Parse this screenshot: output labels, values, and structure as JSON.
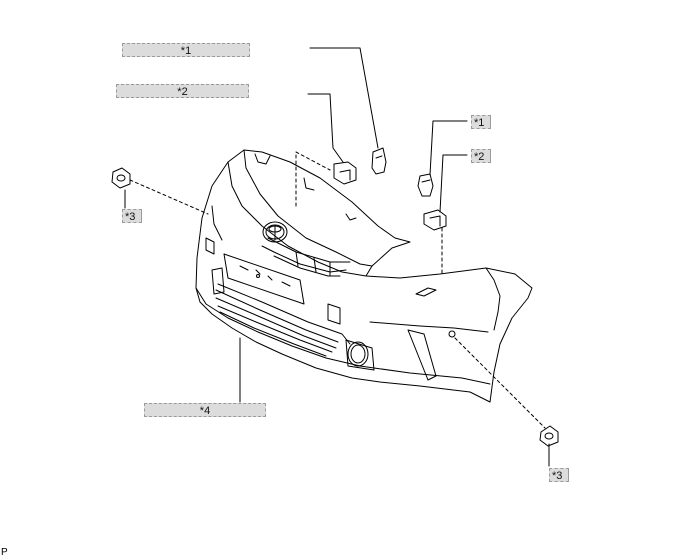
{
  "callouts": {
    "part1_upper_left": "*1",
    "part2_upper_left": "*2",
    "part1_right": "*1",
    "part2_right": "*2",
    "part3_left": "*3",
    "part4": "*4",
    "part3_right": "*3"
  },
  "illustration_code": "P",
  "colors": {
    "line": "#000000",
    "label_fill": "#dcdcdc",
    "label_border": "#9a9a9a"
  },
  "icons": [
    "bumper-cover-drawing",
    "clip-icon",
    "retainer-icon",
    "grommet-icon",
    "toyota-emblem-icon"
  ]
}
